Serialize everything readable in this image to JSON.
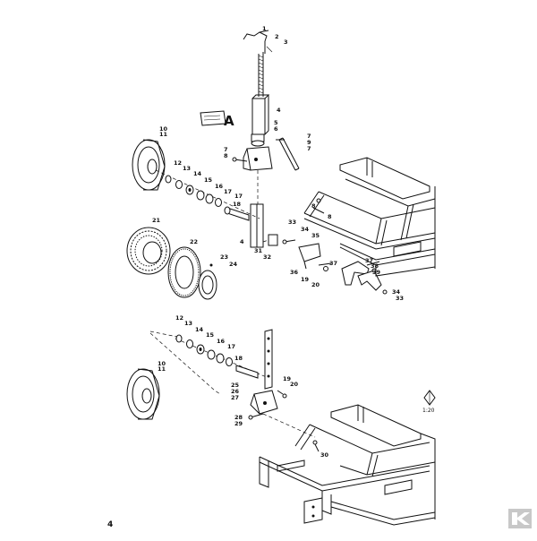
{
  "diagram": {
    "label_a": "A",
    "scale": "1:20",
    "page_number": "4",
    "upper_callouts": {
      "c1": "1",
      "c2": "2",
      "c3": "3",
      "c4a": "4",
      "c5": "5",
      "c6": "6",
      "c7a": "7",
      "c8a": "8",
      "c7b": "7",
      "c9": "9",
      "c7c": "7",
      "c10": "10",
      "c11": "11",
      "c12": "12",
      "c13": "13",
      "c14": "14",
      "c15": "15",
      "c16": "16",
      "c17": "17",
      "c18": "18",
      "c21": "21",
      "c22": "22",
      "c23": "23",
      "c24": "24",
      "c8b": "8",
      "c8c": "8",
      "c4b": "4",
      "c31": "31",
      "c32": "32",
      "c33a": "33",
      "c34a": "34",
      "c35": "35",
      "c36": "36",
      "c37a": "37",
      "c19a": "19",
      "c20a": "20",
      "c37b": "37",
      "c38": "38",
      "c39": "39",
      "c34b": "34",
      "c33b": "33"
    },
    "lower_callouts": {
      "c12": "12",
      "c13": "13",
      "c14": "14",
      "c15": "15",
      "c16": "16",
      "c17": "17",
      "c18": "18",
      "c10": "10",
      "c11": "11",
      "c25": "25",
      "c26": "26",
      "c27": "27",
      "c19": "19",
      "c20": "20",
      "c28": "28",
      "c29": "29",
      "c30": "30"
    },
    "logo_text": "K"
  }
}
